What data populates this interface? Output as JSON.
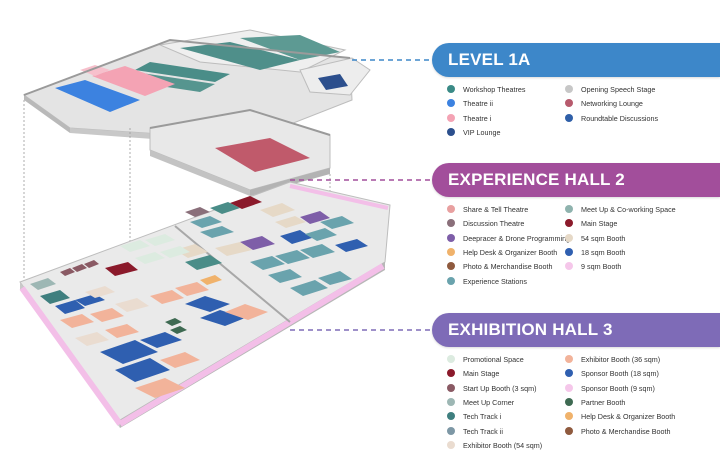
{
  "colors": {
    "level1a": "#3d87c9",
    "experience": "#a24e9b",
    "exhibition": "#7e6bb7",
    "floor": "#e9e9e9",
    "wall": "#cfcfcf",
    "border_pink": "#f3bfe8"
  },
  "sections": [
    {
      "title": "LEVEL 1A",
      "color": "#3d87c9",
      "legend_left": [
        {
          "label": "Workshop Theatres",
          "color": "#3a8a86"
        },
        {
          "label": "Theatre ii",
          "color": "#3c82e0"
        },
        {
          "label": "Theatre i",
          "color": "#f4a3b4"
        },
        {
          "label": "VIP Lounge",
          "color": "#2c4f8d"
        }
      ],
      "legend_right": [
        {
          "label": "Opening Speech Stage",
          "color": "#c7c7c7"
        },
        {
          "label": "Networking Lounge",
          "color": "#b75a6d"
        },
        {
          "label": "Roundtable Discussions",
          "color": "#2f5fa8"
        }
      ]
    },
    {
      "title": "EXPERIENCE HALL 2",
      "color": "#a24e9b",
      "legend_left": [
        {
          "label": "Share & Tell Theatre",
          "color": "#e8a0a0"
        },
        {
          "label": "Discussion Theatre",
          "color": "#8a6f7a"
        },
        {
          "label": "Deepracer & Drone Programming",
          "color": "#7e5ea8"
        },
        {
          "label": "Help Desk & Organizer Booth",
          "color": "#f0b26b"
        },
        {
          "label": "Photo & Merchandise Booth",
          "color": "#8f5a3e"
        },
        {
          "label": "Experience Stations",
          "color": "#6aa3ad"
        }
      ],
      "legend_right": [
        {
          "label": "Meet Up & Co-working Space",
          "color": "#8fb3ae"
        },
        {
          "label": "Main Stage",
          "color": "#8b1a2b"
        },
        {
          "label": "54 sqm Booth",
          "color": "#e6d9c7"
        },
        {
          "label": "18 sqm Booth",
          "color": "#2f5fb0"
        },
        {
          "label": "9 sqm Booth",
          "color": "#f5c7ea"
        }
      ]
    },
    {
      "title": "EXHIBITION HALL 3",
      "color": "#7e6bb7",
      "legend_left": [
        {
          "label": "Promotional Space",
          "color": "#dcebe0"
        },
        {
          "label": "Main Stage",
          "color": "#8b1a2b"
        },
        {
          "label": "Start Up Booth (3 sqm)",
          "color": "#8a5a64"
        },
        {
          "label": "Meet Up Corner",
          "color": "#9db7b4"
        },
        {
          "label": "Tech Track i",
          "color": "#3f7f7f"
        },
        {
          "label": "Tech Track ii",
          "color": "#7d97a5"
        },
        {
          "label": "Exhibitor Booth (54 sqm)",
          "color": "#eadcd0"
        }
      ],
      "legend_right": [
        {
          "label": "Exhibitor Booth (36 sqm)",
          "color": "#f2b39a"
        },
        {
          "label": "Sponsor Booth (18 sqm)",
          "color": "#2f5fb0"
        },
        {
          "label": "Sponsor Booth (9 sqm)",
          "color": "#f5c7ea"
        },
        {
          "label": "Partner Booth",
          "color": "#3e6a52"
        },
        {
          "label": "Help Desk & Organizer Booth",
          "color": "#f0b26b"
        },
        {
          "label": "Photo & Merchandise Booth",
          "color": "#8f5a3e"
        }
      ]
    }
  ]
}
